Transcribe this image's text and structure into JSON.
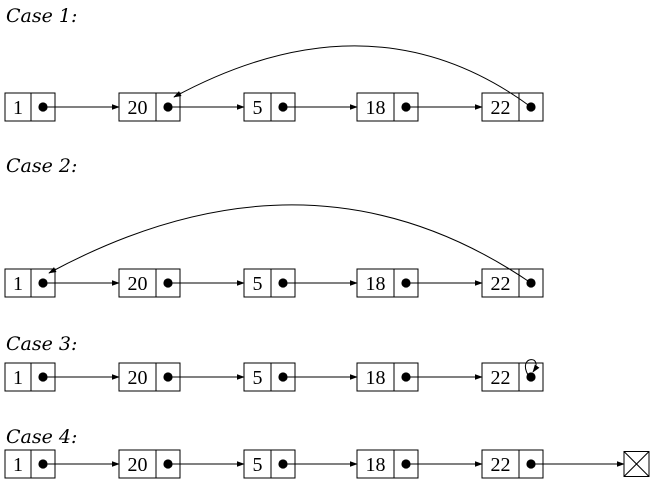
{
  "cases": [
    {
      "label": "Case 1:",
      "values": [
        "1",
        "20",
        "5",
        "18",
        "22"
      ],
      "last_pointer": {
        "kind": "back",
        "target_node": 2
      }
    },
    {
      "label": "Case 2:",
      "values": [
        "1",
        "20",
        "5",
        "18",
        "22"
      ],
      "last_pointer": {
        "kind": "back",
        "target_node": 1
      }
    },
    {
      "label": "Case 3:",
      "values": [
        "1",
        "20",
        "5",
        "18",
        "22"
      ],
      "last_pointer": {
        "kind": "self"
      }
    },
    {
      "label": "Case 4:",
      "values": [
        "1",
        "20",
        "5",
        "18",
        "22"
      ],
      "last_pointer": {
        "kind": "terminator"
      }
    }
  ]
}
